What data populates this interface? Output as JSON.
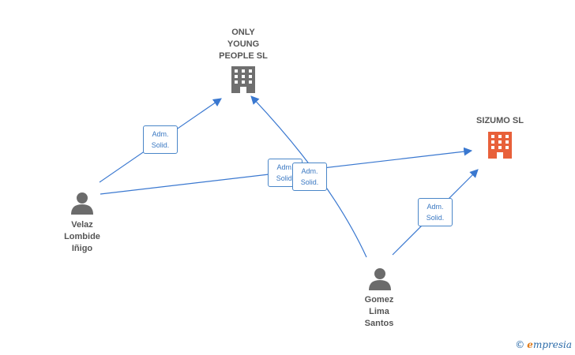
{
  "companies": [
    {
      "id": "only-young",
      "name": "ONLY\nYOUNG\nPEOPLE  SL",
      "color": "#6f6f6f"
    },
    {
      "id": "sizumo",
      "name": "SIZUMO  SL",
      "color": "#e8603a"
    }
  ],
  "people": [
    {
      "id": "velaz",
      "name": "Velaz\nLombide\nIñigo"
    },
    {
      "id": "gomez",
      "name": "Gomez\nLima\nSantos"
    }
  ],
  "relations": [
    {
      "from": "velaz",
      "to": "only-young",
      "label": "Adm.\nSolid."
    },
    {
      "from": "velaz",
      "to": "sizumo",
      "label": "Adm.\nSolid."
    },
    {
      "from": "gomez",
      "to": "only-young",
      "label": "Adm.\nSolid."
    },
    {
      "from": "gomez",
      "to": "sizumo",
      "label": "Adm.\nSolid."
    }
  ],
  "edge_color": "#3a78d0",
  "person_color": "#6b6b6b",
  "watermark": {
    "copyright": "©",
    "brand_initial": "e",
    "brand_rest": "mpresia"
  }
}
